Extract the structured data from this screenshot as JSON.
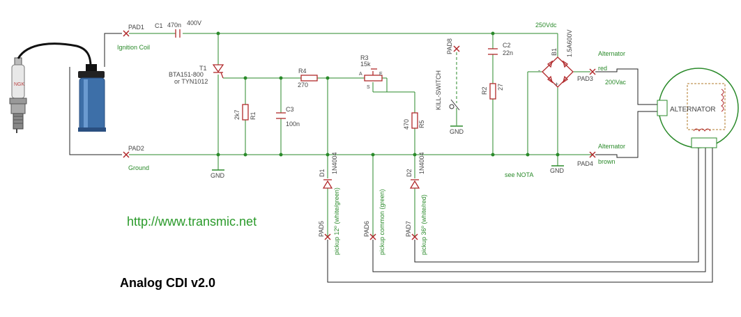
{
  "title": "Analog CDI v2.0",
  "url": "http://www.transmic.net",
  "colors": {
    "wire": "#2a8a2a",
    "component": "#b0282a",
    "text": "#444444",
    "green_text": "#2a8a2a",
    "black_wire": "#222222"
  },
  "pads": {
    "pad1": "PAD1",
    "pad2": "PAD2",
    "pad3": "PAD3",
    "pad4": "PAD4",
    "pad5": "PAD5",
    "pad6": "PAD6",
    "pad7": "PAD7",
    "pad8": "PAD8"
  },
  "net_labels": {
    "ignition_coil": "Ignition Coil",
    "ground": "Ground",
    "alternator_1": "Alternator",
    "red": "red",
    "v200": "200Vac",
    "alternator_2": "Alternator",
    "brown": "brown",
    "v250": "250Vdc",
    "see_nota": "see NOTA",
    "pickup5": "pickup 12º (white/green)",
    "pickup6": "pickup common (green)",
    "pickup7": "pickup 36º (white/red)"
  },
  "components": {
    "c1_name": "C1",
    "c1_value": "470n",
    "c1_volt": "400V",
    "t1_name": "T1",
    "t1_part": "BTA151-800",
    "t1_alt": "or TYN1012",
    "r1_name": "R1",
    "r1_value": "2k7",
    "c3_name": "C3",
    "c3_value": "100n",
    "r4_name": "R4",
    "r4_value": "270",
    "r3_name": "R3",
    "r3_value": "15k",
    "r3_a": "A",
    "r3_e": "E",
    "r3_s": "S",
    "r5_name": "R5",
    "r5_value": "470",
    "d1_name": "D1",
    "d1_part": "1N4004",
    "d2_name": "D2",
    "d2_part": "1N4004",
    "kill_switch": "KILL-SWITCH",
    "c2_name": "C2",
    "c2_value": "22n",
    "r2_name": "R2",
    "r2_value": "27",
    "b1_name": "B1",
    "b1_part": "1.5A600V",
    "alternator": "ALTERNATOR",
    "gnd": "GND",
    "plus": "+",
    "minus": "-"
  },
  "icons": [
    "spark-plug-icon",
    "ignition-coil-icon",
    "alternator-icon"
  ]
}
